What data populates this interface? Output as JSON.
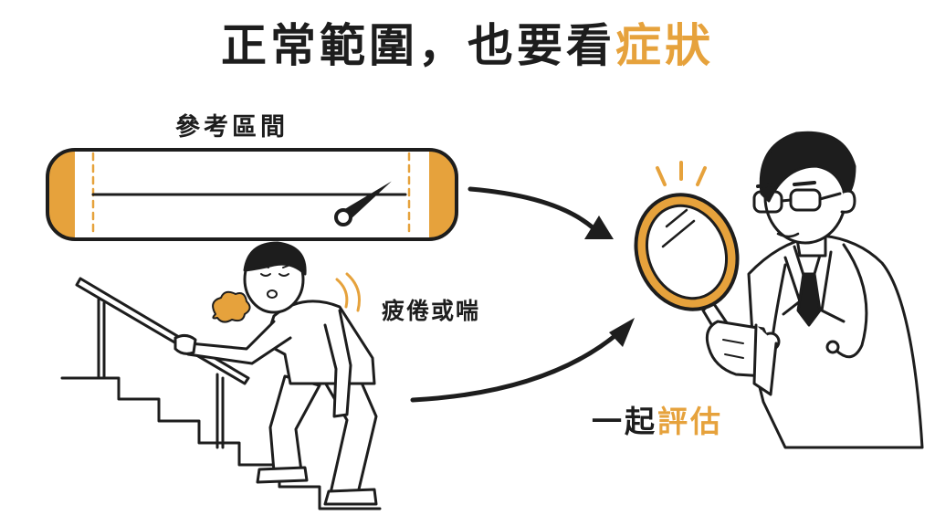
{
  "title": {
    "main": "正常範圍，也要看",
    "highlight": "症狀"
  },
  "reference_label": "參考區間",
  "symptom_label": "疲倦或喘",
  "evaluate_label": {
    "main": "一起",
    "highlight": "評估"
  },
  "reference_meter": {
    "level": 0.88
  },
  "colors": {
    "accent": "#e6a23c",
    "ink": "#1d1d1d",
    "background": "#ffffff"
  },
  "icons": [
    "reference-gauge-icon",
    "climbing-man-icon",
    "doctor-icon",
    "magnifying-glass-icon",
    "arrow-icon"
  ]
}
